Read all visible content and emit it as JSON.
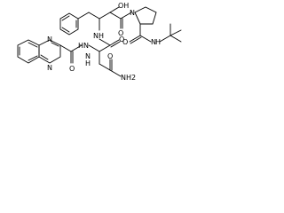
{
  "molecule": {
    "atom_labels": {
      "hydroxyl": "OH",
      "ketone_oxygen": "O",
      "pyrrolidine_nitrogen": "N",
      "amide_nh_1": "NH",
      "amide_oxygen_1": "O",
      "amide_nh_2": "HN",
      "tbutyl_amide_nh": "N",
      "tbutyl_amide_h": "H",
      "amide_oxygen_2": "O",
      "amide_nh_3": "N",
      "amide_h_3": "H",
      "amide_oxygen_3": "O",
      "asn_oxygen": "O",
      "asn_nh2": "NH2",
      "quinoxaline_n1": "N",
      "quinoxaline_n2": "N"
    }
  }
}
